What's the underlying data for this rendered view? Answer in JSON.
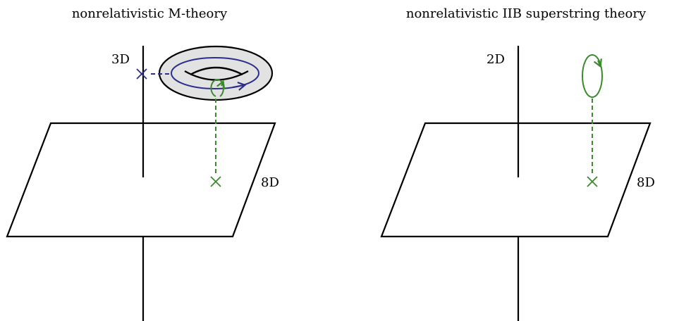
{
  "colors": {
    "ink": "#000000",
    "blue": "#2b2e8c",
    "green": "#3c8a2e",
    "torus_fill": "#e2e2e2"
  },
  "left_panel": {
    "title": "nonrelativistic M-theory",
    "vertical_label": "3D",
    "plane_label": "8D"
  },
  "right_panel": {
    "title": "nonrelativistic IIB superstring theory",
    "vertical_label": "2D",
    "plane_label": "8D"
  }
}
